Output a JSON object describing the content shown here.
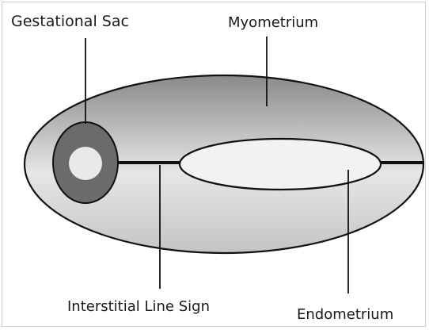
{
  "labels": {
    "gestational_sac": "Gestational Sac",
    "myometrium": "Myometrium",
    "interstitial_line_sign": "Interstitial Line Sign",
    "endometrium": "Endometrium"
  },
  "colors": {
    "uterus_gradient_top": "#8a8a8a",
    "uterus_gradient_mid": "#e6e6e6",
    "uterus_gradient_bottom": "#c4c4c4",
    "sac_outer": "#6b6b6b",
    "sac_inner": "#e9e9e9",
    "endometrium_fill": "#f2f2f2",
    "outline": "#111111"
  }
}
